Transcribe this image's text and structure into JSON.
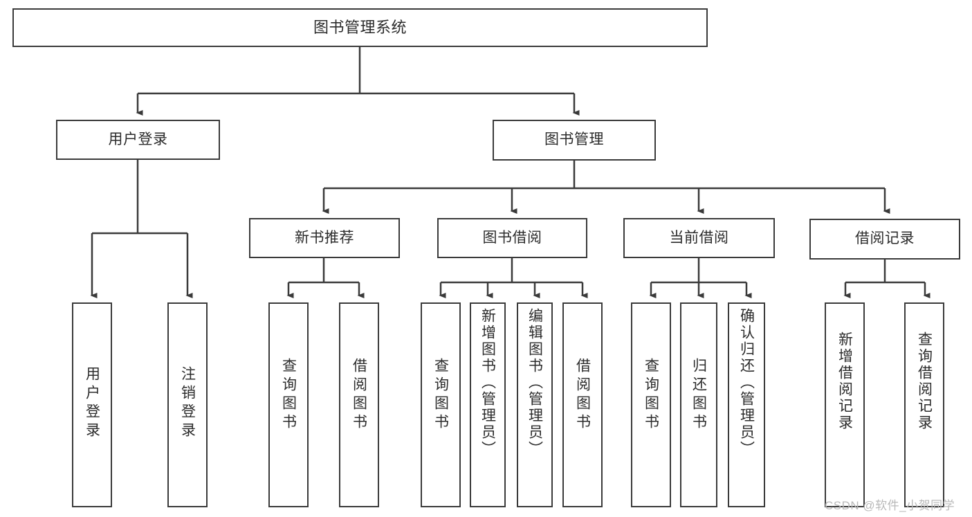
{
  "diagram": {
    "title": "图书管理系统",
    "type": "hierarchy-tree",
    "stroke_color": "#3a3a3a",
    "text_color": "#2b2b2b",
    "background": "#ffffff",
    "watermark": "CSDN @软件_小贺同学"
  },
  "nodes": {
    "root": {
      "label": "图书管理系统"
    },
    "level2": [
      {
        "label": "用户登录"
      },
      {
        "label": "图书管理"
      }
    ],
    "level3": [
      {
        "label": "新书推荐"
      },
      {
        "label": "图书借阅"
      },
      {
        "label": "当前借阅"
      },
      {
        "label": "借阅记录"
      }
    ],
    "leaves": {
      "user_login": [
        {
          "label": "用户登录"
        },
        {
          "label": "注销登录"
        }
      ],
      "new_book": [
        {
          "label": "查询图书"
        },
        {
          "label": "借阅图书"
        }
      ],
      "book_borrow": [
        {
          "label": "查询图书"
        },
        {
          "label": "新增图书（管理员）"
        },
        {
          "label": "编辑图书（管理员）"
        },
        {
          "label": "借阅图书"
        }
      ],
      "current_borrow": [
        {
          "label": "查询图书"
        },
        {
          "label": "归还图书"
        },
        {
          "label": "确认归还（管理员）"
        }
      ],
      "borrow_record": [
        {
          "label": "新增借阅记录"
        },
        {
          "label": "查询借阅记录"
        }
      ]
    }
  }
}
